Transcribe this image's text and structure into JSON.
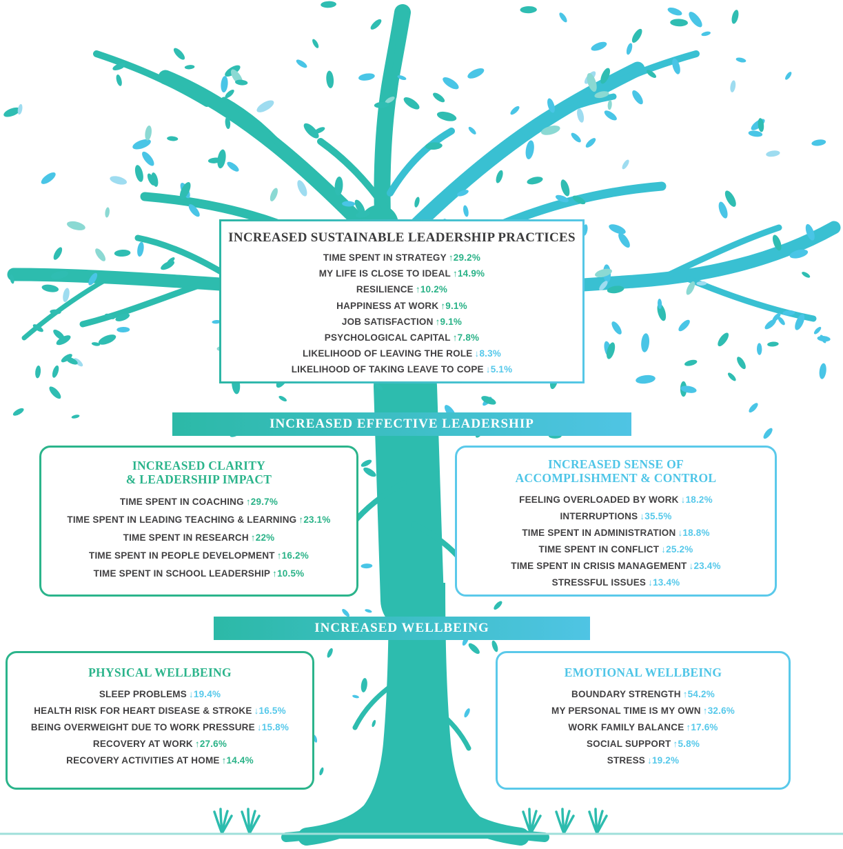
{
  "palette": {
    "teal": "#2dbcae",
    "green_accent": "#29b287",
    "blue_accent": "#55c8ea",
    "dark_text": "#414042",
    "banner_gradient_from": "#2cb9a7",
    "banner_gradient_to": "#4fc4e4",
    "leaf_teal": "#2fbdb2",
    "leaf_blue": "#49c5e6"
  },
  "top_box": {
    "title": "INCREASED SUSTAINABLE LEADERSHIP PRACTICES",
    "items": [
      {
        "label": "TIME SPENT IN STRATEGY",
        "arrow": "↑",
        "delta": "29.2%",
        "tone": "green"
      },
      {
        "label": "MY LIFE IS CLOSE TO IDEAL",
        "arrow": "↑",
        "delta": "14.9%",
        "tone": "green"
      },
      {
        "label": "RESILIENCE",
        "arrow": "↑",
        "delta": "10.2%",
        "tone": "green"
      },
      {
        "label": "HAPPINESS AT WORK",
        "arrow": "↑",
        "delta": "9.1%",
        "tone": "green"
      },
      {
        "label": "JOB SATISFACTION",
        "arrow": "↑",
        "delta": "9.1%",
        "tone": "green"
      },
      {
        "label": "PSYCHOLOGICAL CAPITAL",
        "arrow": "↑",
        "delta": "7.8%",
        "tone": "green"
      },
      {
        "label": "LIKELIHOOD OF LEAVING THE ROLE",
        "arrow": "↓",
        "delta": "8.3%",
        "tone": "blue"
      },
      {
        "label": "LIKELIHOOD OF TAKING LEAVE TO COPE",
        "arrow": "↓",
        "delta": "5.1%",
        "tone": "blue"
      }
    ]
  },
  "banner_leadership": {
    "label": "INCREASED EFFECTIVE LEADERSHIP"
  },
  "banner_wellbeing": {
    "label": "INCREASED WELLBEING"
  },
  "clarity_box": {
    "title_line1": "INCREASED CLARITY",
    "title_line2": "& LEADERSHIP IMPACT",
    "items": [
      {
        "label": "TIME SPENT IN COACHING",
        "arrow": "↑",
        "delta": "29.7%",
        "tone": "green"
      },
      {
        "label": "TIME SPENT IN LEADING TEACHING & LEARNING",
        "arrow": "↑",
        "delta": "23.1%",
        "tone": "green"
      },
      {
        "label": "TIME SPENT IN RESEARCH",
        "arrow": "↑",
        "delta": "22%",
        "tone": "green"
      },
      {
        "label": "TIME SPENT IN PEOPLE DEVELOPMENT",
        "arrow": "↑",
        "delta": "16.2%",
        "tone": "green"
      },
      {
        "label": "TIME SPENT IN SCHOOL LEADERSHIP",
        "arrow": "↑",
        "delta": "10.5%",
        "tone": "green"
      }
    ]
  },
  "accomplishment_box": {
    "title_line1": "INCREASED SENSE OF",
    "title_line2": "ACCOMPLISHMENT & CONTROL",
    "items": [
      {
        "label": "FEELING OVERLOADED BY WORK",
        "arrow": "↓",
        "delta": "18.2%",
        "tone": "blue"
      },
      {
        "label": "INTERRUPTIONS",
        "arrow": "↓",
        "delta": "35.5%",
        "tone": "blue"
      },
      {
        "label": "TIME SPENT IN ADMINISTRATION",
        "arrow": "↓",
        "delta": "18.8%",
        "tone": "blue"
      },
      {
        "label": "TIME SPENT IN CONFLICT",
        "arrow": "↓",
        "delta": "25.2%",
        "tone": "blue"
      },
      {
        "label": "TIME SPENT IN CRISIS MANAGEMENT",
        "arrow": "↓",
        "delta": "23.4%",
        "tone": "blue"
      },
      {
        "label": "STRESSFUL ISSUES",
        "arrow": "↓",
        "delta": "13.4%",
        "tone": "blue"
      }
    ]
  },
  "physical_box": {
    "title": "PHYSICAL WELLBEING",
    "items": [
      {
        "label": "SLEEP PROBLEMS",
        "arrow": "↓",
        "delta": "19.4%",
        "tone": "blue"
      },
      {
        "label": "HEALTH RISK FOR HEART DISEASE & STROKE",
        "arrow": "↓",
        "delta": "16.5%",
        "tone": "blue"
      },
      {
        "label": "BEING OVERWEIGHT DUE TO WORK PRESSURE",
        "arrow": "↓",
        "delta": "15.8%",
        "tone": "blue"
      },
      {
        "label": "RECOVERY AT WORK",
        "arrow": "↑",
        "delta": "27.6%",
        "tone": "green"
      },
      {
        "label": "RECOVERY ACTIVITIES AT HOME",
        "arrow": "↑",
        "delta": "14.4%",
        "tone": "green"
      }
    ]
  },
  "emotional_box": {
    "title": "EMOTIONAL WELLBEING",
    "items": [
      {
        "label": "BOUNDARY STRENGTH",
        "arrow": "↑",
        "delta": "54.2%",
        "tone": "blue"
      },
      {
        "label": "MY PERSONAL TIME IS MY OWN",
        "arrow": "↑",
        "delta": "32.6%",
        "tone": "blue"
      },
      {
        "label": "WORK FAMILY BALANCE",
        "arrow": "↑",
        "delta": "17.6%",
        "tone": "blue"
      },
      {
        "label": "SOCIAL SUPPORT",
        "arrow": "↑",
        "delta": "5.8%",
        "tone": "blue"
      },
      {
        "label": "STRESS",
        "arrow": "↓",
        "delta": "19.2%",
        "tone": "blue"
      }
    ]
  }
}
